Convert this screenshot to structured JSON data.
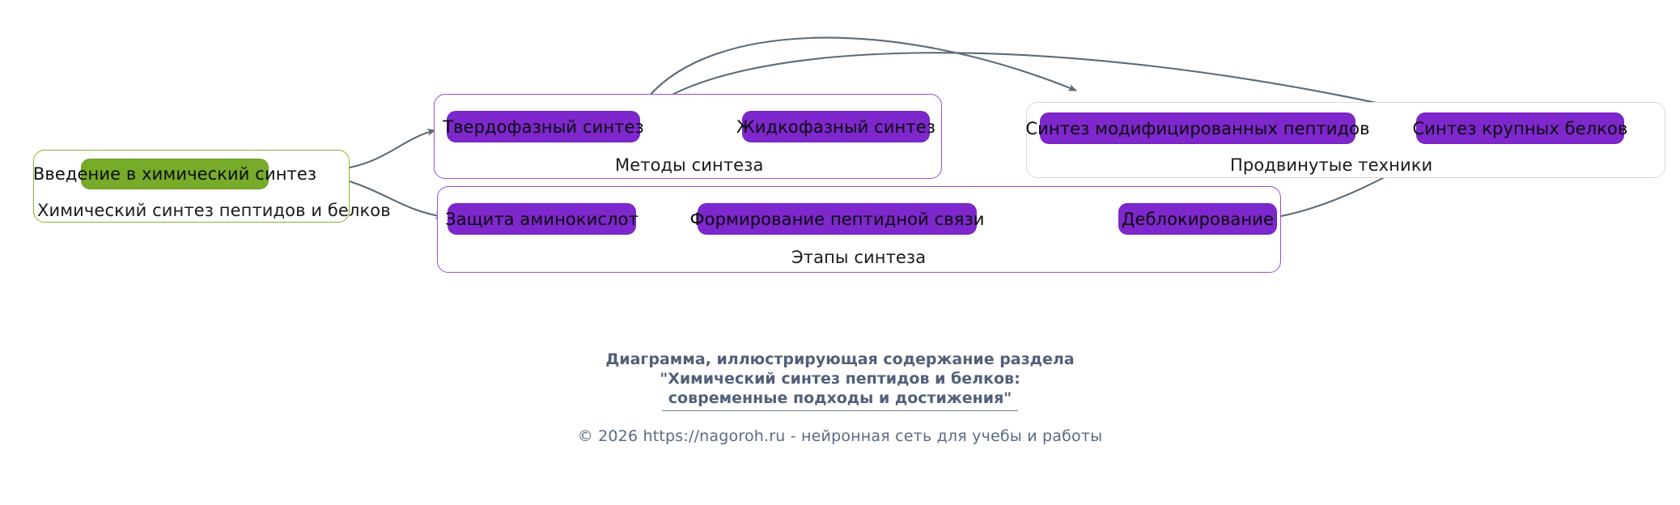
{
  "diagram": {
    "type": "flowchart",
    "orientation": "left-to-right",
    "clusters": [
      {
        "id": "root",
        "label": "Химический синтез пептидов и белков",
        "border_color": "#8ab12f",
        "nodes": [
          {
            "id": "intro",
            "label": "Введение в химический синтез",
            "color": "#77ab29"
          }
        ]
      },
      {
        "id": "methods",
        "label": "Методы синтеза",
        "border_color": "#9b4dd8",
        "nodes": [
          {
            "id": "solid",
            "label": "Твердофазный синтез",
            "color": "#7d27cc"
          },
          {
            "id": "liquid",
            "label": "Жидкофазный синтез",
            "color": "#7d27cc"
          }
        ]
      },
      {
        "id": "advanced",
        "label": "Продвинутые техники",
        "border_color": "#d9d9d9",
        "nodes": [
          {
            "id": "modified",
            "label": "Синтез модифицированных пептидов",
            "color": "#7d27cc"
          },
          {
            "id": "large",
            "label": "Синтез крупных белков",
            "color": "#7d27cc"
          }
        ]
      },
      {
        "id": "stages",
        "label": "Этапы синтеза",
        "border_color": "#9b4dd8",
        "nodes": [
          {
            "id": "protect",
            "label": "Защита аминокислот",
            "color": "#7d27cc"
          },
          {
            "id": "bond",
            "label": "Формирование пептидной связи",
            "color": "#7d27cc"
          },
          {
            "id": "deblock",
            "label": "Деблокирование",
            "color": "#7d27cc"
          }
        ]
      }
    ],
    "edges": [
      {
        "from": "intro",
        "to": "solid"
      },
      {
        "from": "intro",
        "to": "protect"
      },
      {
        "from": "solid",
        "to": "liquid"
      },
      {
        "from": "solid",
        "to": "modified"
      },
      {
        "from": "solid",
        "to": "large"
      },
      {
        "from": "protect",
        "to": "bond"
      },
      {
        "from": "protect",
        "to": "bond"
      },
      {
        "from": "bond",
        "to": "deblock"
      },
      {
        "from": "protect",
        "to": "deblock"
      },
      {
        "from": "modified",
        "to": "large"
      },
      {
        "from": "deblock",
        "to": "large"
      }
    ],
    "edge_color": "#5b6b77"
  },
  "footer": {
    "caption_line1": "Диаграмма, иллюстрирующая содержание раздела",
    "caption_line2": "\"Химический синтез пептидов и белков:",
    "caption_line3": "современные подходы и достижения\"",
    "copyright": "© 2026 https://nagoroh.ru - нейронная сеть для учебы и работы",
    "caption_color": "#516079",
    "copyright_color": "#5a6b85"
  }
}
